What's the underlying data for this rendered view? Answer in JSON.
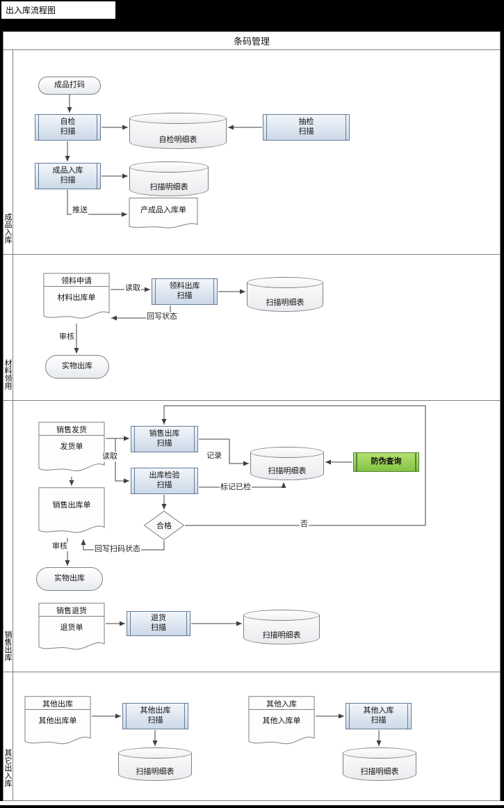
{
  "page_title": "出入库流程图",
  "pool_header": "条码管理",
  "lanes": {
    "finished_in": "成品入库",
    "material_use": "材料领用",
    "sales_out": "销售出库",
    "other": "其它出入库"
  },
  "nodes": {
    "product_coding": "成品打码",
    "self_check_scan": "自检\n扫描",
    "self_check_table": "自检明细表",
    "sampling_scan": "抽检\n扫描",
    "product_in_scan": "成品入库\n扫描",
    "scan_table_1": "扫描明细表",
    "product_in_order": "产成品入库单",
    "material_apply": "领料申请",
    "material_out_order": "材料出库单",
    "material_out_scan": "领料出库\n扫描",
    "scan_table_2": "扫描明细表",
    "physical_out_1": "实物出库",
    "sales_ship": "销售发货",
    "ship_order": "发货单",
    "sales_out_scan": "销售出库\n扫描",
    "out_check_scan": "出库检验\n扫描",
    "scan_table_3": "扫描明细表",
    "anti_fake_query": "防伪查询",
    "qualified": "合格",
    "sales_out_order": "销售出库单",
    "physical_out_2": "实物出库",
    "sales_return": "销售退货",
    "return_order": "退货单",
    "return_scan": "退货\n扫描",
    "scan_table_4": "扫描明细表",
    "other_out": "其他出库",
    "other_out_order": "其他出库单",
    "other_out_scan": "其他出库\n扫描",
    "scan_table_5": "扫描明细表",
    "other_in": "其他入库",
    "other_in_order": "其他入库单",
    "other_in_scan": "其他入库\n扫描",
    "scan_table_6": "扫描明细表"
  },
  "edge_labels": {
    "push": "推送",
    "read_material": "读取",
    "writeback_status": "回写状态",
    "audit_material": "审核",
    "read_sales": "读取",
    "record": "记录",
    "mark_checked": "标记已检",
    "no": "否",
    "writeback_scan_status": "回写扫码状态",
    "audit_sales": "审核"
  },
  "colors": {
    "process_fill": "#dce6f2",
    "process_border": "#647b94",
    "antifake_green": "#92d050",
    "line": "#3f3f3f",
    "lane_border": "#7f7f7f"
  }
}
